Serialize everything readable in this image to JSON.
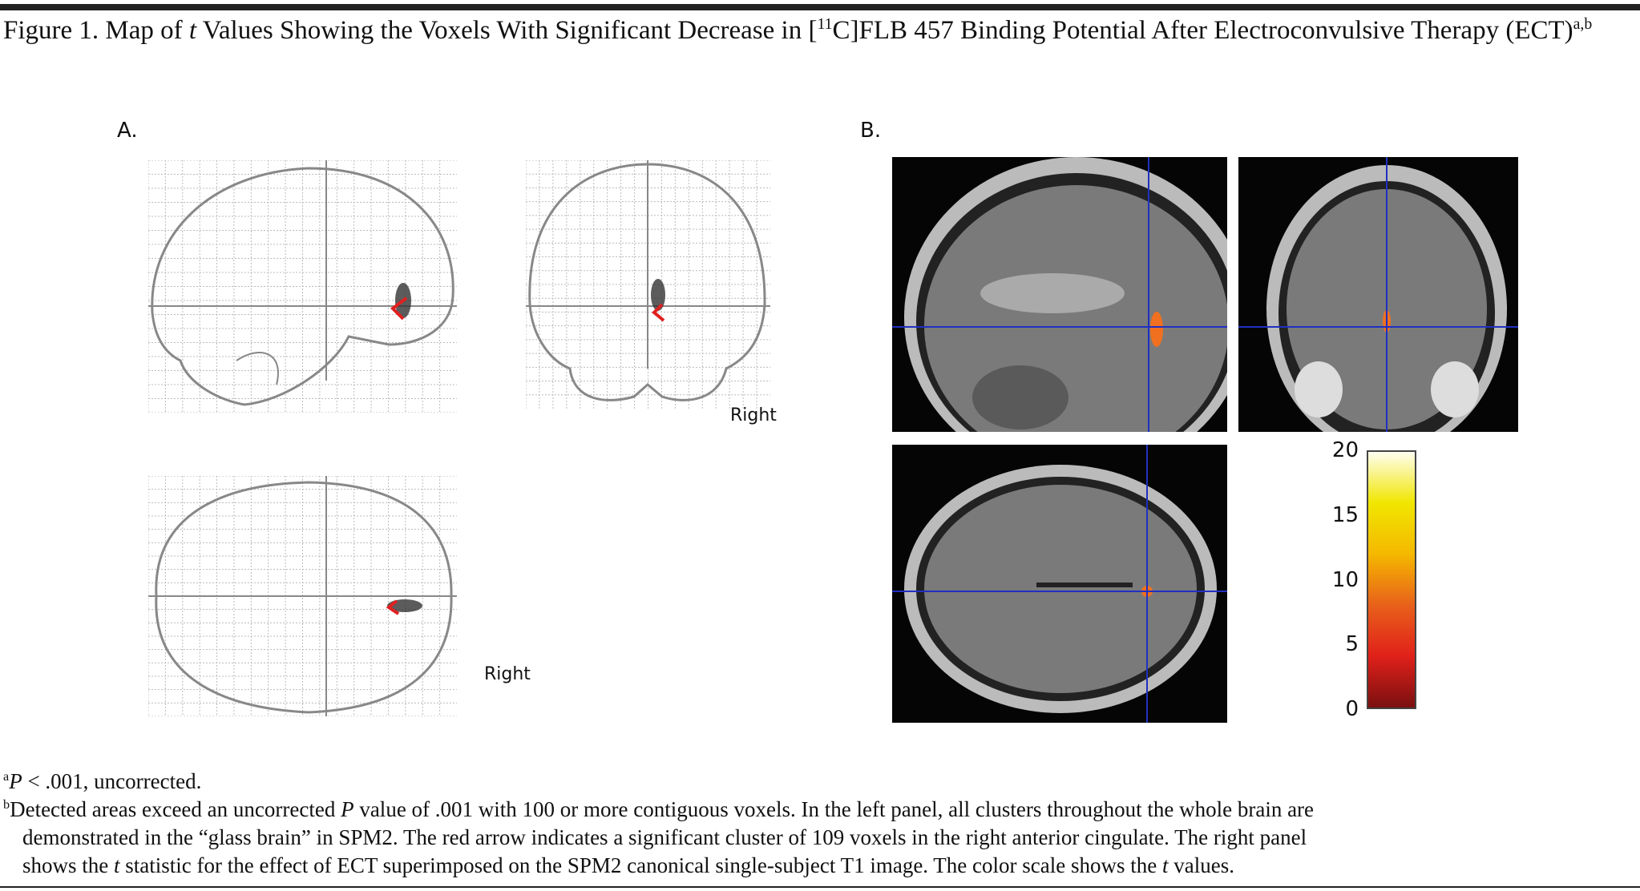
{
  "title": {
    "prefix": "Figure 1. Map of ",
    "t": "t",
    "mid": " Values Showing the Voxels With Significant Decrease in [",
    "sup11": "11",
    "rest": "C]FLB 457 Binding Potential After Electroconvulsive Therapy (ECT)",
    "sup_ab": "a,b"
  },
  "panel_a": {
    "label": "A.",
    "right_label_coronal": "Right",
    "right_label_axial": "Right"
  },
  "panel_b": {
    "label": "B.",
    "colorbar": {
      "ticks": [
        "20",
        "15",
        "10",
        "5",
        "0"
      ],
      "range": [
        0,
        20
      ],
      "colors": [
        "#7a1010",
        "#e0201a",
        "#e8601a",
        "#f5b800",
        "#f0e600",
        "#fffef0"
      ]
    }
  },
  "footnotes": {
    "a": {
      "mark": "a",
      "p": "P",
      "text": " < .001, uncorrected."
    },
    "b": {
      "mark": "b",
      "line1a": "Detected areas exceed an uncorrected ",
      "p": "P",
      "line1b": " value of .001 with 100 or more contiguous voxels. In the left panel, all clusters throughout the whole brain are",
      "line2": "demonstrated in the “glass brain” in SPM2. The red arrow indicates a significant cluster of 109 voxels in the right anterior cingulate. The right panel",
      "line3a": "shows the ",
      "t": "t",
      "line3b": " statistic for the effect of ECT superimposed on the SPM2 canonical single-subject T1 image. The color scale shows the ",
      "t2": "t",
      "line3c": " values."
    }
  }
}
